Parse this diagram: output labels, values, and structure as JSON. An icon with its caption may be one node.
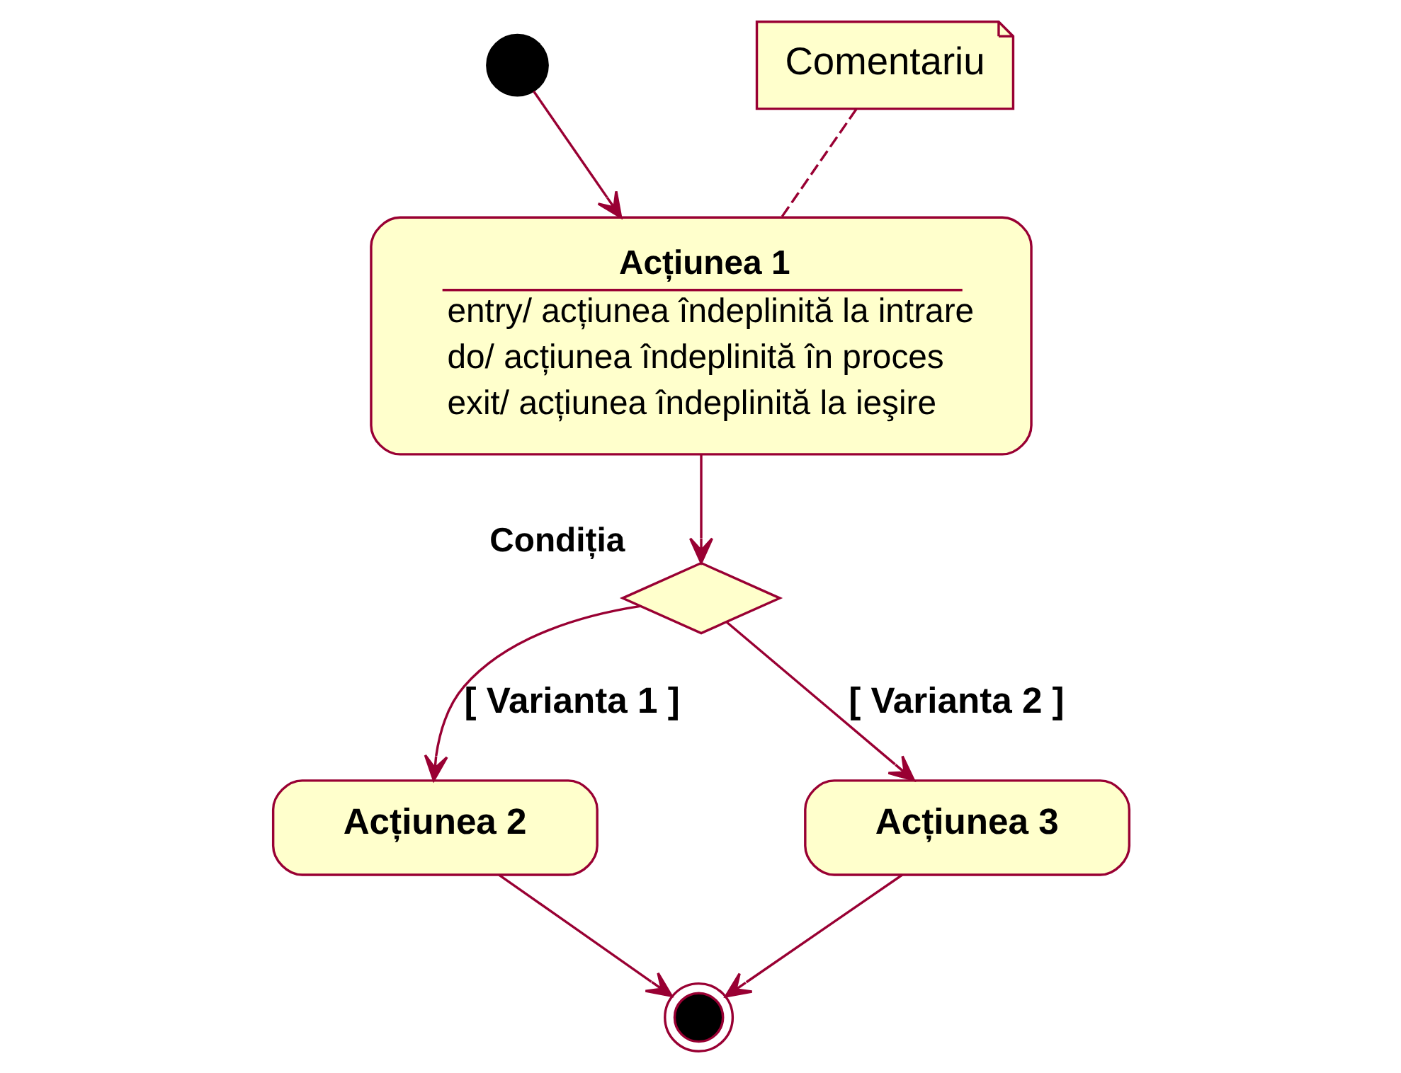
{
  "diagram": {
    "nodes": [
      {
        "text": [],
        "shape": "circle"
      },
      {
        "text": [
          "Comentariu"
        ]
      },
      {
        "text": [
          "Acțiunea 1",
          "entry/ acțiunea îndeplinită la intrare",
          "do/ acțiunea îndeplinită în proces",
          "exit/ acțiunea îndeplinită la ieşire"
        ]
      },
      {
        "text": [],
        "shape": "diamond",
        "beside": [
          "Condiția"
        ]
      },
      {
        "text": [
          "Acțiunea 2"
        ]
      },
      {
        "text": [
          "Acțiunea 3"
        ]
      },
      {
        "text": [],
        "shape": "circle"
      }
    ],
    "edges": [
      {
        "from": 0,
        "to": 2,
        "arrow": "to"
      },
      {
        "from": 1,
        "to": 2,
        "arrow": "none",
        "style": "dashed"
      },
      {
        "from": 2,
        "to": 3,
        "arrow": "to"
      },
      {
        "from": 3,
        "to": 4,
        "arrow": "to",
        "label": "[ Varianta 1 ]"
      },
      {
        "from": 3,
        "to": 5,
        "arrow": "to",
        "label": "[ Varianta 2 ]"
      },
      {
        "from": 4,
        "to": 6,
        "arrow": "to"
      },
      {
        "from": 5,
        "to": 6,
        "arrow": "to"
      }
    ]
  }
}
